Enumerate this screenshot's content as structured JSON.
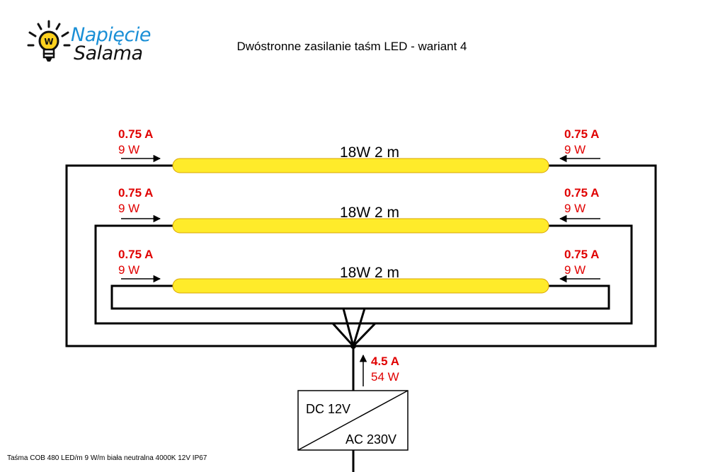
{
  "logo": {
    "line1": "Napięcie",
    "line2": "Salama",
    "badge": "W"
  },
  "title": "Dwóstronne zasilanie taśm LED - wariant 4",
  "strips": [
    {
      "label": "18W 2 m",
      "left_current": "0.75 A",
      "left_power": "9 W",
      "right_current": "0.75 A",
      "right_power": "9 W"
    },
    {
      "label": "18W 2 m",
      "left_current": "0.75 A",
      "left_power": "9 W",
      "right_current": "0.75 A",
      "right_power": "9 W"
    },
    {
      "label": "18W 2 m",
      "left_current": "0.75 A",
      "left_power": "9 W",
      "right_current": "0.75 A",
      "right_power": "9 W"
    }
  ],
  "supply": {
    "current": "4.5 A",
    "power": "54 W",
    "dc_label": "DC 12V",
    "ac_label": "AC 230V"
  },
  "footnote": "Taśma COB 480 LED/m 9 W/m biała neutralna 4000K 12V IP67",
  "colors": {
    "strip_fill": "#ffeb2a",
    "strip_edge": "#d9a400",
    "label_red": "#e00000",
    "logo_blue": "#1a8fd6"
  }
}
